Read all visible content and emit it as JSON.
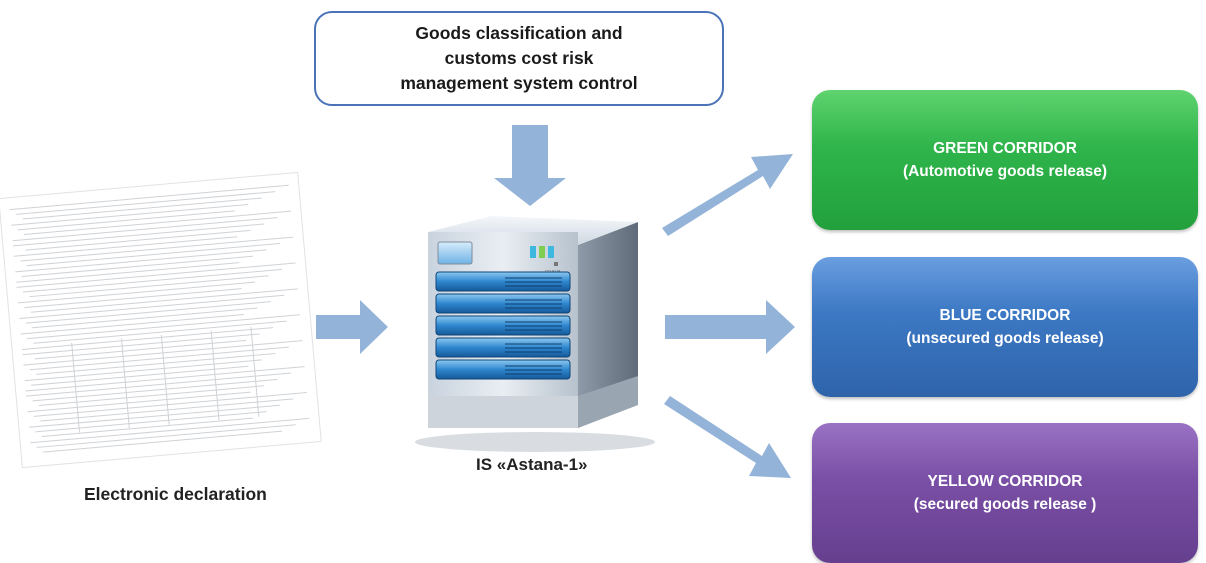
{
  "top_box": {
    "lines": [
      "Goods classification and",
      "customs cost risk",
      "management system control"
    ]
  },
  "server": {
    "label": "IS «Astana-1»",
    "badge": "ISVIVA"
  },
  "declaration": {
    "label": "Electronic declaration"
  },
  "corridors": [
    {
      "title": "GREEN CORRIDOR",
      "subtitle": "(Automotive goods release)",
      "color": "#2fb54b"
    },
    {
      "title": "BLUE CORRIDOR",
      "subtitle": "(unsecured goods release)",
      "color": "#3c78c4"
    },
    {
      "title": "YELLOW CORRIDOR",
      "subtitle": "(secured goods release )",
      "color": "#7a4fa6"
    }
  ],
  "colors": {
    "arrow": "#93b3d9",
    "top_box_border": "#4a73b8"
  }
}
